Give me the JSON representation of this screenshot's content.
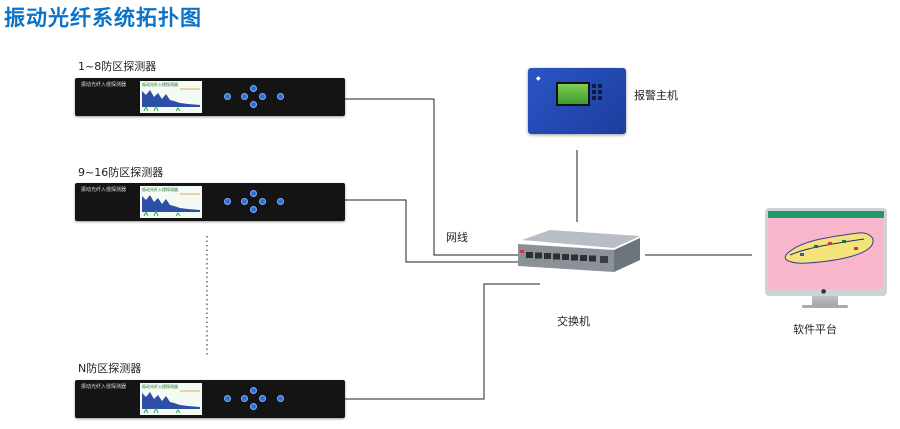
{
  "title": "振动光纤系统拓扑图",
  "detectors": [
    {
      "label": "1~8防区探测器",
      "device_name": "振动光纤入侵探测器",
      "lcd_text": "振动光纤入侵探测器"
    },
    {
      "label": "9~16防区探测器",
      "device_name": "振动光纤入侵探测器",
      "lcd_text": "振动光纤入侵探测器"
    },
    {
      "label": "N防区探测器",
      "device_name": "振动光纤入侵探测器",
      "lcd_text": "振动光纤入侵探测器"
    }
  ],
  "cable_label": "网线",
  "alarm_host_label": "报警主机",
  "switch_label": "交换机",
  "software_label": "软件平台",
  "colors": {
    "title": "#0a73c9",
    "detector_body": "#141414",
    "alarm_host": "#2a54c6",
    "button": "#2e6fd6"
  }
}
